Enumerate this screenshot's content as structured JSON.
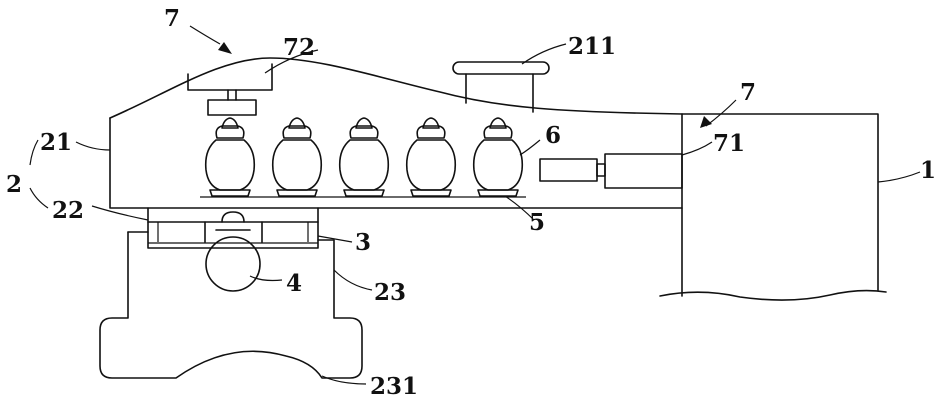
{
  "labels": {
    "l1": "1",
    "l2": "2",
    "l3": "3",
    "l4": "4",
    "l5": "5",
    "l6": "6",
    "l7a": "7",
    "l7b": "7",
    "l21": "21",
    "l22": "22",
    "l23": "23",
    "l71": "71",
    "l72": "72",
    "l211": "211",
    "l231": "231"
  }
}
